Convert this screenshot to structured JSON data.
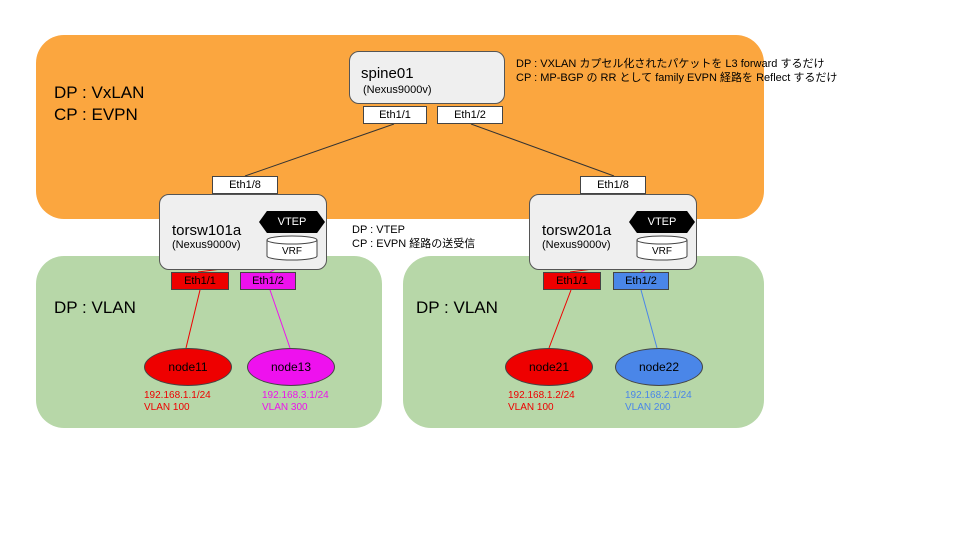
{
  "regions": {
    "top": {
      "dp": "DP : VxLAN",
      "cp": "CP : EVPN"
    },
    "left": {
      "dp": "DP : VLAN"
    },
    "right": {
      "dp": "DP : VLAN"
    }
  },
  "spine": {
    "name": "spine01",
    "model": "(Nexus9000v)",
    "ports": [
      "Eth1/1",
      "Eth1/2"
    ],
    "note": [
      "DP : VXLAN カプセル化されたパケットを L3 forward するだけ",
      "CP : MP-BGP の RR として family EVPN 経路を Reflect するだけ"
    ]
  },
  "tor1": {
    "name": "torsw101a",
    "model": "(Nexus9000v)",
    "uplink": "Eth1/8",
    "vtep": "VTEP",
    "vrf": "VRF",
    "ports": [
      "Eth1/1",
      "Eth1/2"
    ]
  },
  "tor2": {
    "name": "torsw201a",
    "model": "(Nexus9000v)",
    "uplink": "Eth1/8",
    "vtep": "VTEP",
    "vrf": "VRF",
    "ports": [
      "Eth1/1",
      "Eth1/2"
    ]
  },
  "tor_note": [
    "DP : VTEP",
    "CP : EVPN 経路の送受信"
  ],
  "nodes": [
    {
      "name": "node11",
      "ip": "192.168.1.1/24",
      "vlan": "VLAN 100",
      "color": "#EE0000"
    },
    {
      "name": "node13",
      "ip": "192.168.3.1/24",
      "vlan": "VLAN 300",
      "color": "#EE11EE"
    },
    {
      "name": "node21",
      "ip": "192.168.1.2/24",
      "vlan": "VLAN 100",
      "color": "#EE0000"
    },
    {
      "name": "node22",
      "ip": "192.168.2.1/24",
      "vlan": "VLAN 200",
      "color": "#4A86E8"
    }
  ]
}
